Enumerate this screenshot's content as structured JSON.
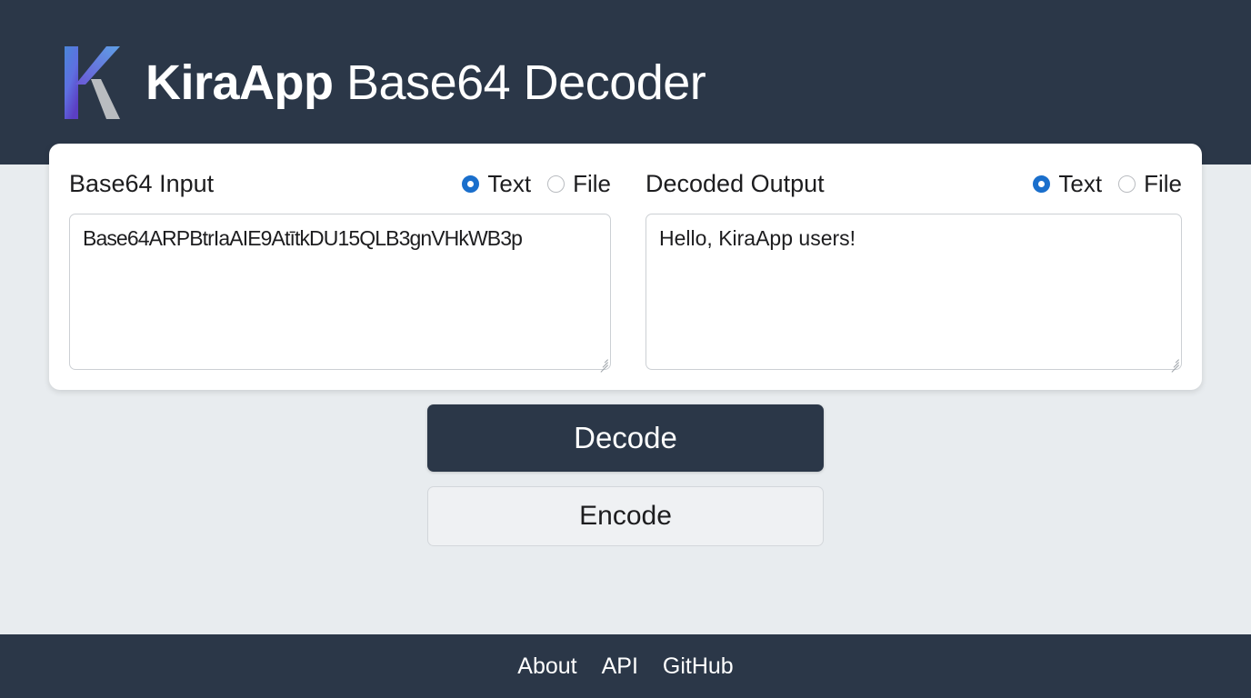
{
  "header": {
    "logo_icon": "kiraapp-k-logo-icon",
    "brand_name": "KiraApp",
    "brand_subtitle": " Base64 Decoder",
    "background_color": "#2b3748",
    "logo_gradient_from": "#4a86d8",
    "logo_gradient_to": "#5b3fc4",
    "logo_gray": "#b9bcc0"
  },
  "card": {
    "input_panel": {
      "title": "Base64 Input",
      "mode_options": [
        {
          "label": "Text",
          "selected": true
        },
        {
          "label": "File",
          "selected": false
        }
      ],
      "textarea_value": "Base64ARPBtrIaAIE9AtītkDU15QLB3gnVHkWB3p",
      "textarea_placeholder": ""
    },
    "output_panel": {
      "title": "Decoded Output",
      "mode_options": [
        {
          "label": "Text",
          "selected": true
        },
        {
          "label": "File",
          "selected": false
        }
      ],
      "textarea_value": "Hello, KiraApp users!",
      "textarea_placeholder": ""
    }
  },
  "actions": {
    "decode_label": "Decode",
    "encode_label": "Encode",
    "primary_color": "#2b3748"
  },
  "footer": {
    "links": [
      {
        "label": "About"
      },
      {
        "label": "API"
      },
      {
        "label": "GitHub"
      }
    ],
    "background_color": "#2b3748"
  }
}
